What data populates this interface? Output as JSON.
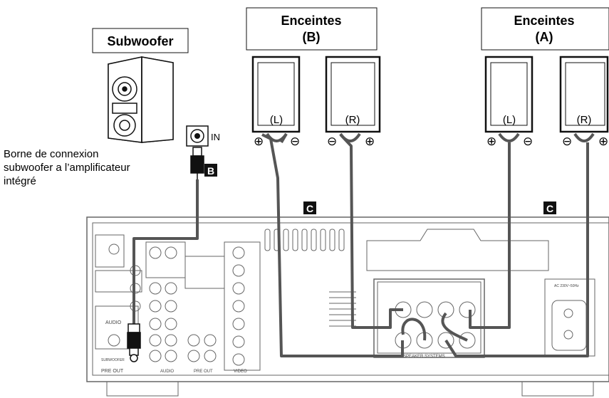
{
  "subwoofer": {
    "label": "Subwoofer",
    "input_label": "IN"
  },
  "caption": {
    "line1": "Borne de connexion",
    "line2": "subwoofer a l’amplificateur",
    "line3": "intégré"
  },
  "speakers_b": {
    "title_line1": "Enceintes",
    "title_line2": "(B)",
    "left_label": "(L)",
    "right_label": "(R)"
  },
  "speakers_a": {
    "title_line1": "Enceintes",
    "title_line2": "(A)",
    "left_label": "(L)",
    "right_label": "(R)"
  },
  "cable_markers": {
    "b": "B",
    "c_left": "C",
    "c_right": "C"
  },
  "terminals": {
    "plus": "⊕",
    "minus": "⊖"
  },
  "receiver": {
    "speaker_systems": "SPEAKER SYSTEMS",
    "pre_out_left": "PRE OUT",
    "pre_out_mid": "PRE OUT",
    "subwoofer_tag": "SUBWOOFER",
    "audio_left": "AUDIO",
    "audio_mid": "AUDIO",
    "video": "VIDEO",
    "ac_label": "AC 230V~50Hz"
  },
  "colors": {
    "line": "#111111",
    "cable": "#555555",
    "panel": "#666666",
    "marker_bg": "#111111",
    "marker_fg": "#ffffff"
  }
}
